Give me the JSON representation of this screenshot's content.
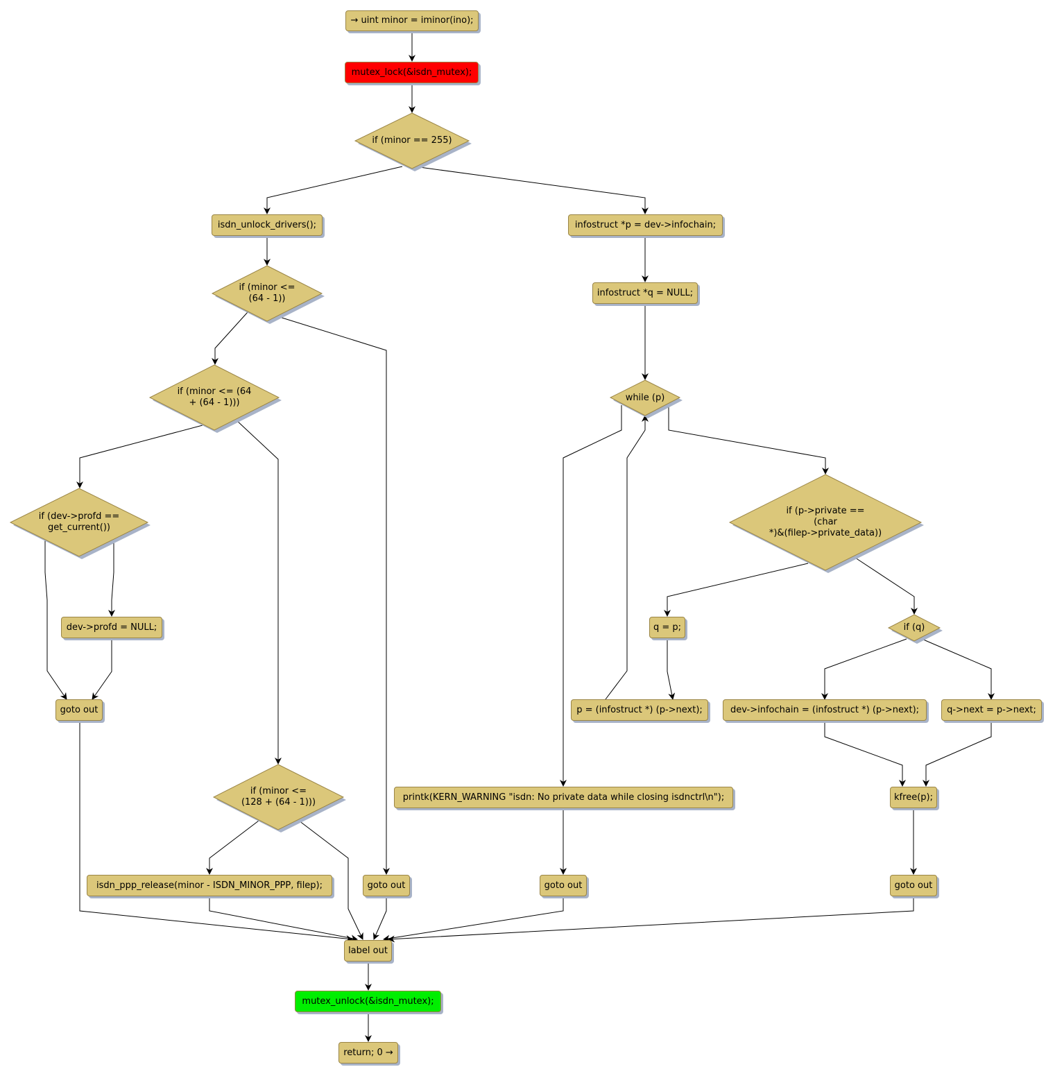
{
  "colors": {
    "node_fill": "#dbc77a",
    "node_border": "#9a8546",
    "shadow": "#a8b3c8",
    "lock_fill": "#ff0000",
    "unlock_fill": "#00ee00",
    "edge": "#000000"
  },
  "nodes": {
    "entry": "→ uint minor = iminor(ino);",
    "lock": "mutex_lock(&isdn_mutex);",
    "if_255": "if (minor == 255)",
    "unlock_drivers": "isdn_unlock_drivers();",
    "if_63": "if (minor <=\n(64 - 1))",
    "if_127": "if (minor <= (64\n+ (64 - 1)))",
    "if_profd": "if (dev->profd ==\nget_current())",
    "profd_null": "dev->profd = NULL;",
    "goto_out_1": "goto out",
    "if_191": "if (minor <=\n(128 + (64 - 1)))",
    "ppp_release": "isdn_ppp_release(minor - ISDN_MINOR_PPP, filep);",
    "goto_out_2": "goto out",
    "p_init": "infostruct *p = dev->infochain;",
    "q_init": "infostruct *q = NULL;",
    "while_p": "while (p)",
    "if_private": "if (p->private ==\n(char\n*)&(filep->private_data))",
    "q_eq_p": "q = p;",
    "p_next": "p = (infostruct *) (p->next);",
    "if_q": "if (q)",
    "infochain_next": "dev->infochain = (infostruct *) (p->next);",
    "q_next": "q->next = p->next;",
    "printk": "printk(KERN_WARNING \"isdn: No private data while closing isdnctrl\\n\");",
    "goto_out_3": "goto out",
    "kfree": "kfree(p);",
    "goto_out_4": "goto out",
    "label_out": "label out",
    "unlock": "mutex_unlock(&isdn_mutex);",
    "return": "return; 0 →"
  },
  "edges": [
    [
      "entry",
      "lock"
    ],
    [
      "lock",
      "if_255"
    ],
    [
      "if_255",
      "unlock_drivers"
    ],
    [
      "if_255",
      "p_init"
    ],
    [
      "unlock_drivers",
      "if_63"
    ],
    [
      "if_63",
      "if_127"
    ],
    [
      "if_63",
      "goto_out_2"
    ],
    [
      "if_127",
      "if_profd"
    ],
    [
      "if_127",
      "if_191"
    ],
    [
      "if_profd",
      "goto_out_1"
    ],
    [
      "if_profd",
      "profd_null"
    ],
    [
      "profd_null",
      "goto_out_1"
    ],
    [
      "if_191",
      "ppp_release"
    ],
    [
      "if_191",
      "label_out"
    ],
    [
      "p_init",
      "q_init"
    ],
    [
      "q_init",
      "while_p"
    ],
    [
      "while_p",
      "printk"
    ],
    [
      "while_p",
      "if_private"
    ],
    [
      "p_next",
      "while_p"
    ],
    [
      "if_private",
      "q_eq_p"
    ],
    [
      "if_private",
      "if_q"
    ],
    [
      "q_eq_p",
      "p_next"
    ],
    [
      "if_q",
      "infochain_next"
    ],
    [
      "if_q",
      "q_next"
    ],
    [
      "infochain_next",
      "kfree"
    ],
    [
      "q_next",
      "kfree"
    ],
    [
      "printk",
      "goto_out_3"
    ],
    [
      "kfree",
      "goto_out_4"
    ],
    [
      "goto_out_1",
      "label_out"
    ],
    [
      "ppp_release",
      "label_out"
    ],
    [
      "goto_out_2",
      "label_out"
    ],
    [
      "goto_out_3",
      "label_out"
    ],
    [
      "goto_out_4",
      "label_out"
    ],
    [
      "label_out",
      "unlock"
    ],
    [
      "unlock",
      "return"
    ]
  ]
}
